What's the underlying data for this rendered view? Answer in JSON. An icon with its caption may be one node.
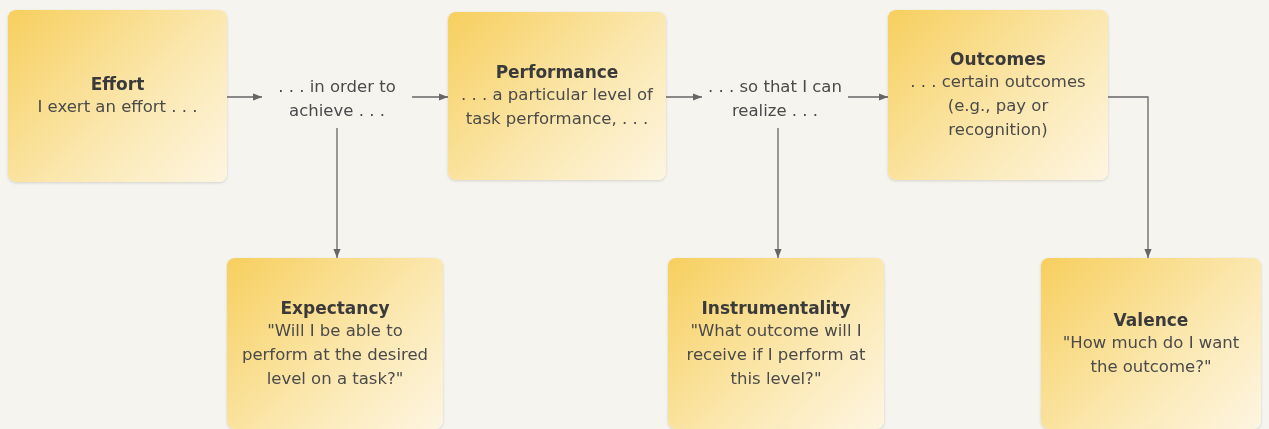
{
  "diagram": {
    "nodes": [
      {
        "text": [
          "Effort",
          "I exert an effort . . ."
        ]
      },
      {
        "text": [
          ". . . in order to achieve . . ."
        ]
      },
      {
        "text": [
          "Performance",
          ". . . a particular level of task performance, . . ."
        ]
      },
      {
        "text": [
          ". . . so that I can realize . . ."
        ]
      },
      {
        "text": [
          "Outcomes",
          ". . . certain outcomes (e.g., pay or recognition)"
        ]
      },
      {
        "text": [
          "Expectancy",
          "\"Will I be able to perform at the desired level on a task?\""
        ]
      },
      {
        "text": [
          "Instrumentality",
          "\"What outcome will I receive if I perform at this level?\""
        ]
      },
      {
        "text": [
          "Valence",
          "\"How much do I want the outcome?\""
        ]
      }
    ],
    "edges": [
      {
        "from": 0,
        "to": 1,
        "arrow": "to"
      },
      {
        "from": 1,
        "to": 2,
        "arrow": "to"
      },
      {
        "from": 2,
        "to": 3,
        "arrow": "to"
      },
      {
        "from": 3,
        "to": 4,
        "arrow": "to"
      },
      {
        "from": 1,
        "to": 5,
        "arrow": "to"
      },
      {
        "from": 3,
        "to": 6,
        "arrow": "to"
      },
      {
        "from": 4,
        "to": 7,
        "arrow": "to"
      }
    ]
  }
}
